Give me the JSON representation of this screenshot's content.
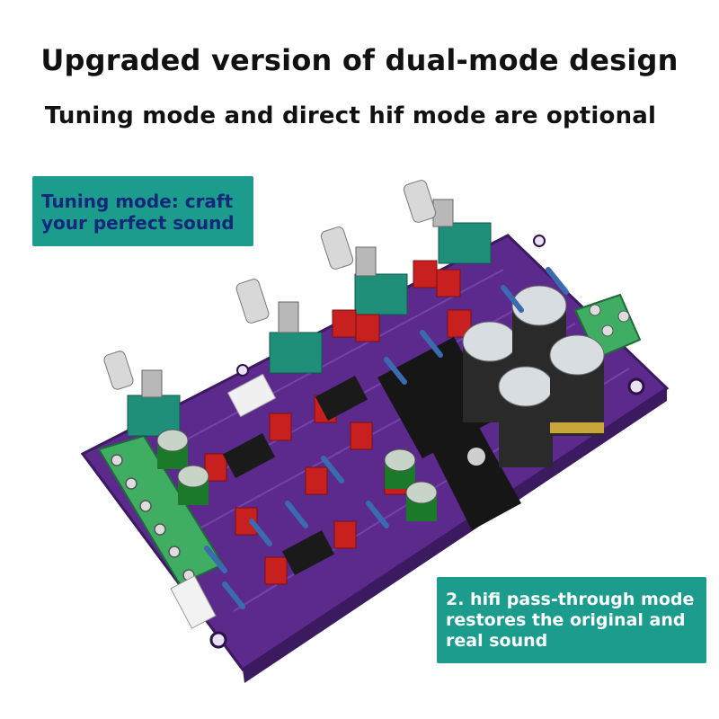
{
  "headline": {
    "line1": "Upgraded version of dual-mode design",
    "line2": "Tuning mode and direct hif mode are optional"
  },
  "callouts": {
    "tuning": {
      "line1": "Tuning mode: craft",
      "line2": "your perfect sound"
    },
    "hifi": {
      "line1": "2. hifi pass-through mode",
      "line2": "restores the original and",
      "line3": "real sound"
    }
  },
  "board": {
    "pcb_color": "#5b2a8c",
    "terminal_color": "#3fae62",
    "pot_color": "#1f8f7a",
    "cap_color": "#c8201f"
  }
}
